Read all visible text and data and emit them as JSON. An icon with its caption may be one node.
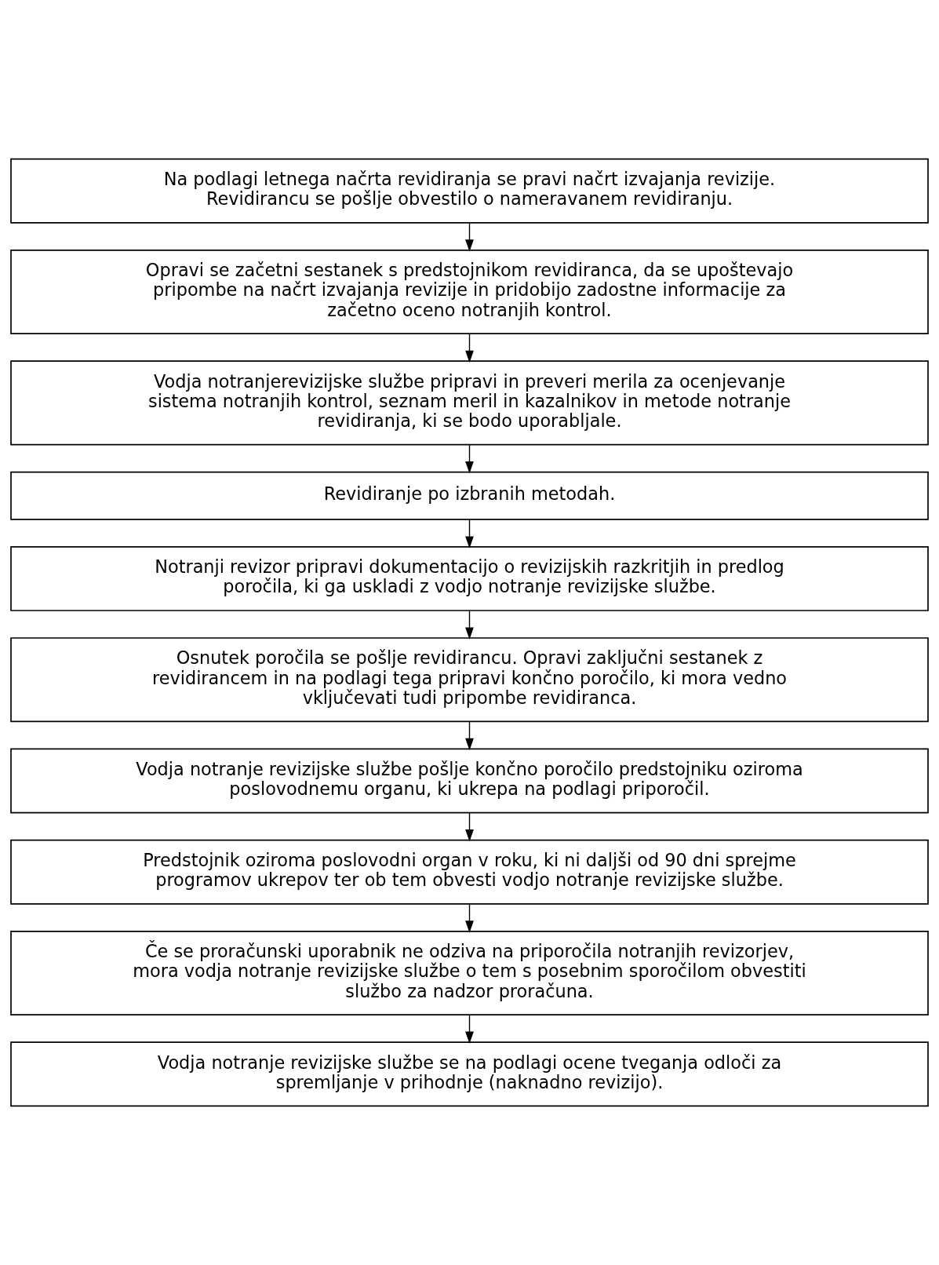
{
  "diagram": {
    "nodes": [
      {
        "text": [
          "Na podlagi letnega načrta revidiranja se pravi načrt izvajanja revizije. Revidirancu se pošlje obvestilo o nameravanem revidiranju."
        ]
      },
      {
        "text": [
          "Opravi se začetni sestanek s predstojnikom revidiranca, da se upoštevajo pripombe na načrt izvajanja revizije in pridobijo zadostne informacije za začetno oceno notranjih kontrol."
        ]
      },
      {
        "text": [
          "Vodja notranjerevizijske službe pripravi in preveri merila za ocenjevanje sistema notranjih kontrol, seznam meril in kazalnikov in metode notranje revidiranja, ki se bodo uporabljale."
        ]
      },
      {
        "text": [
          "Revidiranje po izbranih metodah."
        ]
      },
      {
        "text": [
          "Notranji revizor pripravi dokumentacijo o revizijskih razkritjih in predlog poročila, ki ga uskladi z vodjo notranje revizijske službe."
        ]
      },
      {
        "text": [
          "Osnutek poročila se pošlje revidirancu. Opravi zaključni sestanek z revidirancem in na podlagi tega pripravi končno poročilo, ki mora vedno vključevati tudi pripombe revidiranca."
        ]
      },
      {
        "text": [
          "Vodja notranje revizijske službe pošlje končno poročilo predstojniku oziroma poslovodnemu organu, ki ukrepa na podlagi priporočil."
        ]
      },
      {
        "text": [
          "Predstojnik oziroma poslovodni organ v roku, ki ni daljši od 90 dni sprejme programov ukrepov ter ob tem obvesti vodjo notranje revizijske službe."
        ]
      },
      {
        "text": [
          "Če se proračunski uporabnik ne odziva na priporočila notranjih revizorjev, mora vodja notranje revizijske službe o tem s posebnim sporočilom obvestiti službo za nadzor proračuna."
        ]
      },
      {
        "text": [
          "Vodja notranje revizijske službe se na podlagi ocene tveganja odloči za spremljanje v prihodnje (naknadno revizijo)."
        ]
      }
    ],
    "edges": [
      {
        "from": 0,
        "to": 1,
        "arrow": "to"
      },
      {
        "from": 1,
        "to": 2,
        "arrow": "to"
      },
      {
        "from": 2,
        "to": 3,
        "arrow": "to"
      },
      {
        "from": 3,
        "to": 4,
        "arrow": "to"
      },
      {
        "from": 4,
        "to": 5,
        "arrow": "to"
      },
      {
        "from": 5,
        "to": 6,
        "arrow": "to"
      },
      {
        "from": 6,
        "to": 7,
        "arrow": "to"
      },
      {
        "from": 7,
        "to": 8,
        "arrow": "to"
      },
      {
        "from": 8,
        "to": 9,
        "arrow": "to"
      }
    ]
  }
}
